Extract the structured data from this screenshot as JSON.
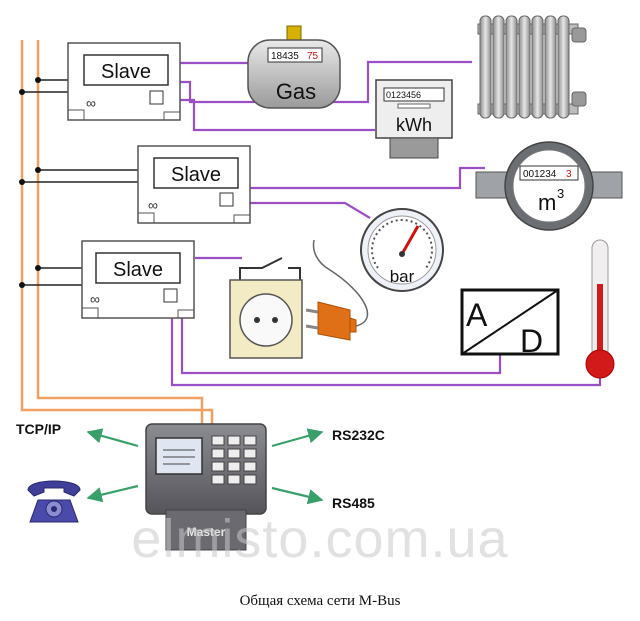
{
  "slaves": [
    {
      "label": "Slave",
      "symbol": "∞"
    },
    {
      "label": "Slave",
      "symbol": "∞"
    },
    {
      "label": "Slave",
      "symbol": "∞"
    }
  ],
  "gas_meter": {
    "label": "Gas",
    "reading_main": "18435",
    "reading_frac": "75"
  },
  "electric_meter": {
    "label": "kWh",
    "reading": "0123456"
  },
  "water_meter": {
    "reading_main": "001234",
    "reading_frac": "3",
    "unit": "m",
    "unit_exp": "3"
  },
  "pressure_gauge": {
    "label": "bar"
  },
  "ad_converter": {
    "left": "A",
    "right": "D"
  },
  "master": {
    "label": "Master"
  },
  "interfaces": {
    "tcpip": "TCP/IP",
    "rs232": "RS232C",
    "rs485": "RS485"
  },
  "watermark": "elmisto.com.ua",
  "caption": "Общая схема сети M-Bus",
  "colors": {
    "bus": "#f0a060",
    "wire": "#9b4fc7",
    "arrow": "#3aa06a",
    "device": "#8a8a8a",
    "master_body": "#6e6e74"
  }
}
